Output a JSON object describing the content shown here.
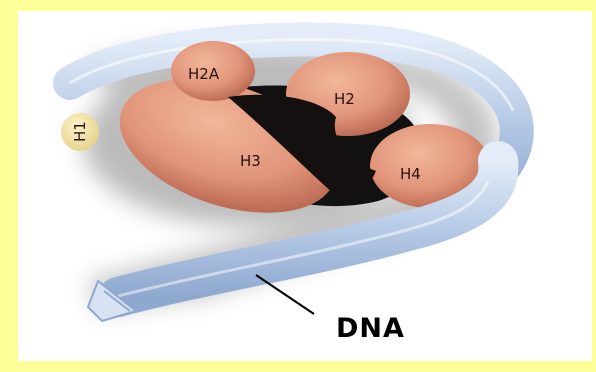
{
  "diagram": {
    "labels": {
      "h2a": "H2A",
      "h2b": "H2",
      "h3": "H3",
      "h4": "H4",
      "h1": "H1",
      "dna": "DNA"
    },
    "colors": {
      "border": "#ffff99",
      "dna_tube": "#b8cbe8",
      "histone": "#e39a7b",
      "core": "#111111",
      "h1_ball": "#f1e29a"
    }
  }
}
